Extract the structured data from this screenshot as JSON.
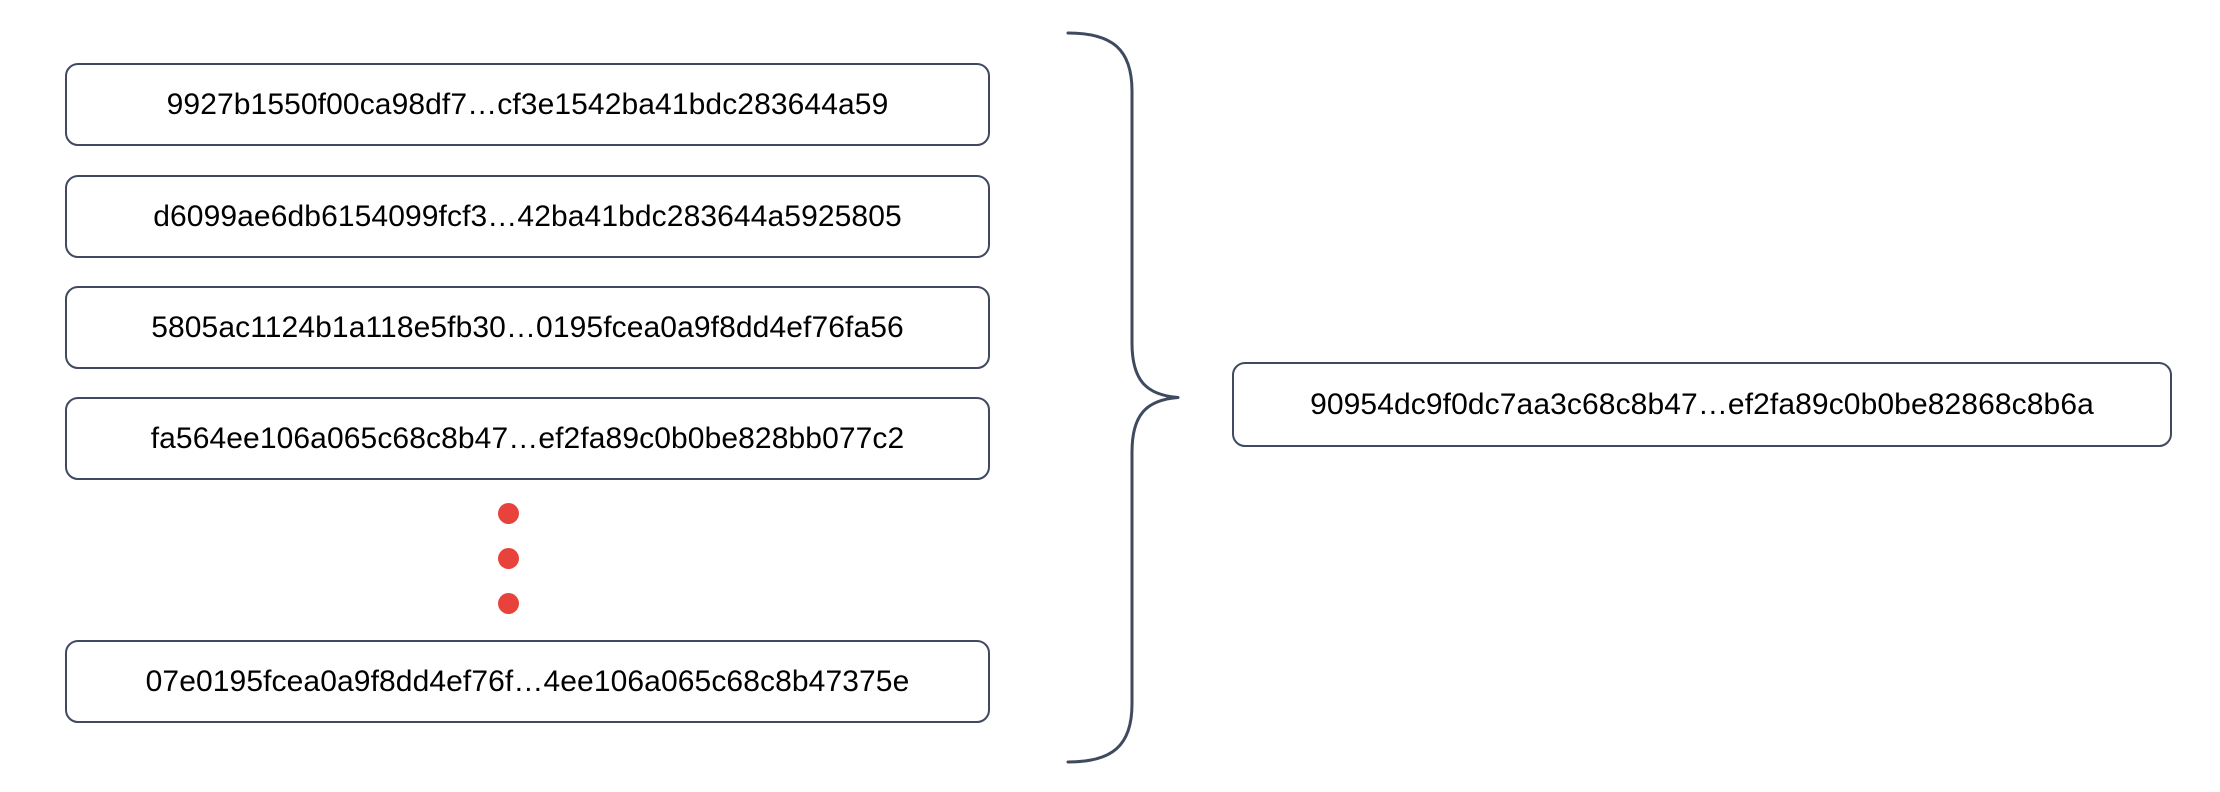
{
  "diagram": {
    "title": "Hash aggregation diagram",
    "background_color": "#ffffff",
    "box_border_color": "#3f4a5f",
    "brace_color": "#3f4a5f",
    "ellipsis_color": "#e8423c",
    "text_color": "#000000",
    "inputs": [
      {
        "hash": "9927b1550f00ca98df7…cf3e1542ba41bdc283644a59"
      },
      {
        "hash": "d6099ae6db6154099fcf3…42ba41bdc283644a5925805"
      },
      {
        "hash": "5805ac1124b1a118e5fb30…0195fcea0a9f8dd4ef76fa56"
      },
      {
        "hash": "fa564ee106a065c68c8b47…ef2fa89c0b0be828bb077c2"
      },
      {
        "hash": "07e0195fcea0a9f8dd4ef76f…4ee106a065c68c8b47375e"
      }
    ],
    "ellipsis": {
      "name": "vertical-ellipsis",
      "dot_count": 3
    },
    "brace": {
      "name": "right-pointing-curly-brace",
      "glyph": "}"
    },
    "output": {
      "hash": "90954dc9f0dc7aa3c68c8b47…ef2fa89c0b0be82868c8b6a"
    }
  }
}
